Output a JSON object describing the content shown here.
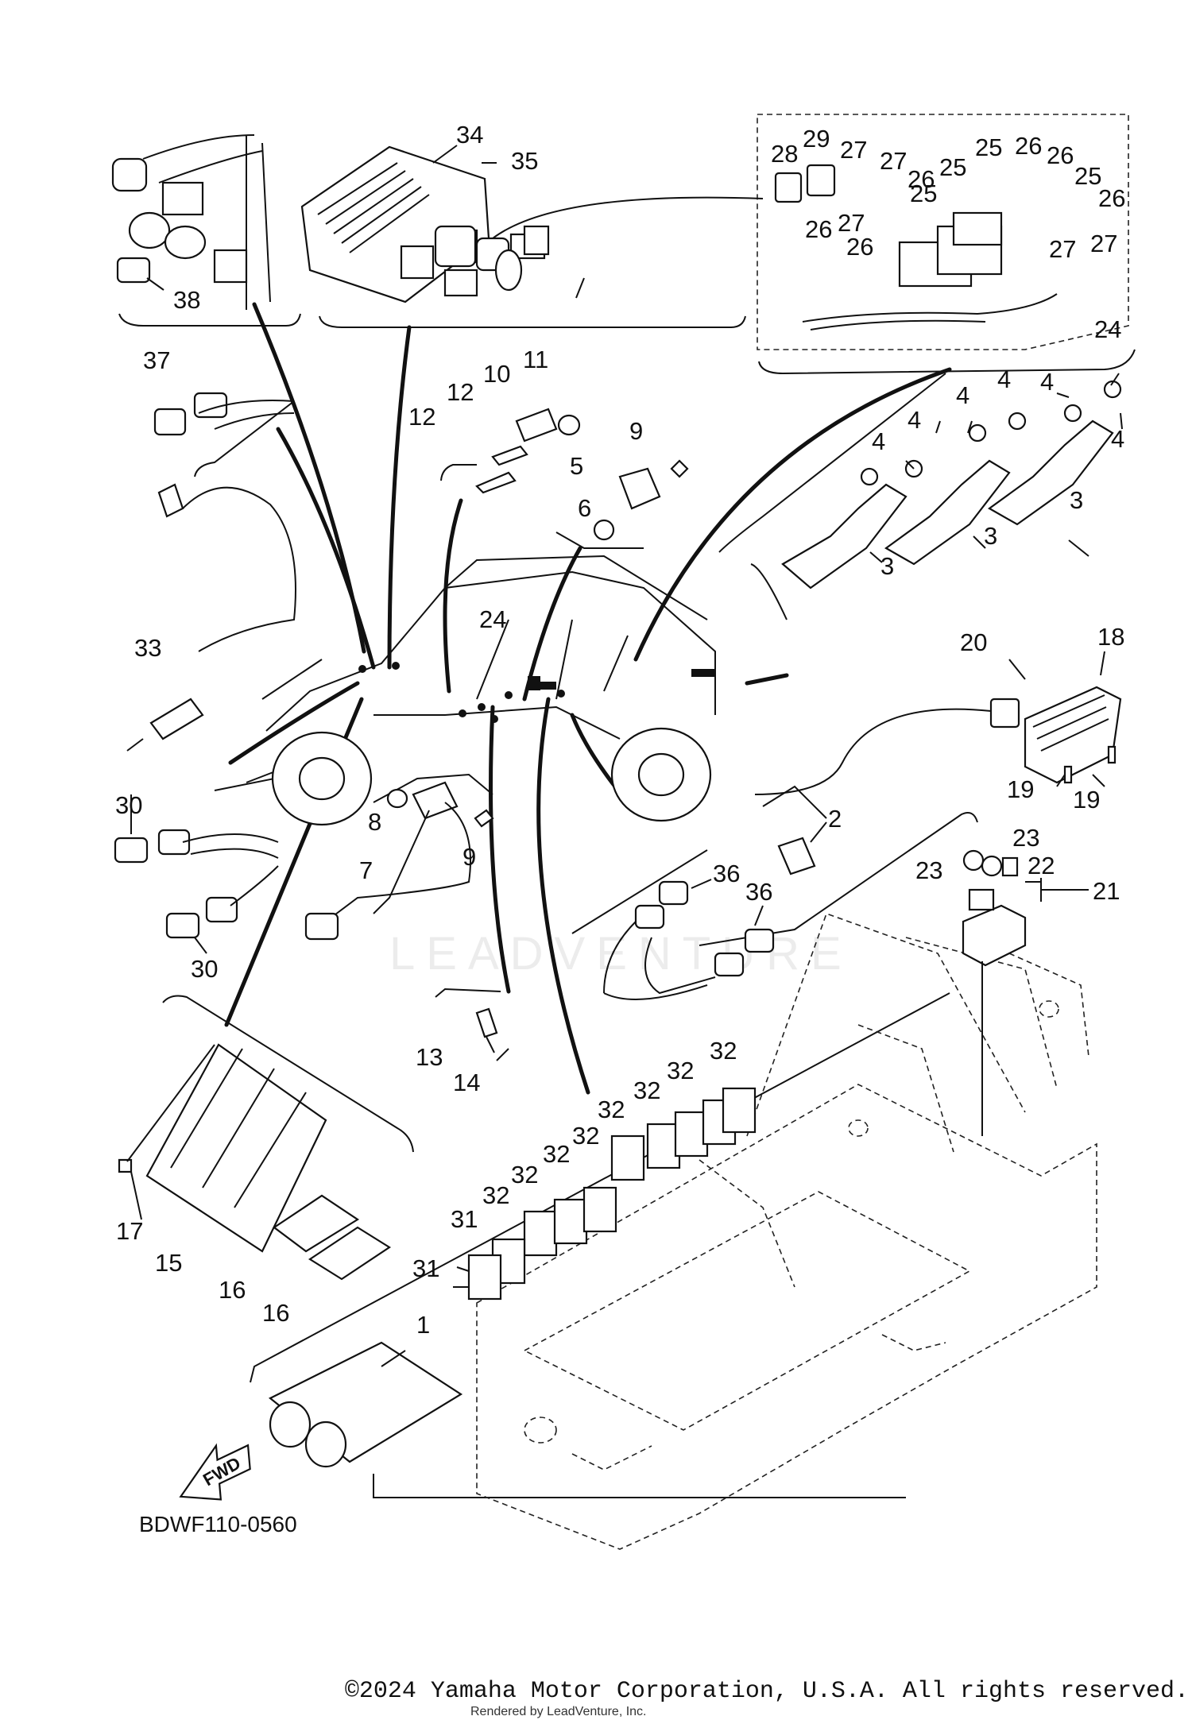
{
  "diagram": {
    "code": "BDWF110-0560",
    "fwd_label": "FWD",
    "watermark": "LEADVENTURE",
    "copyright": "©2024 Yamaha Motor Corporation, U.S.A. All rights reserved.",
    "rendered_by": "Rendered by LeadVenture, Inc.",
    "callouts": [
      {
        "id": "c34",
        "text": "34"
      },
      {
        "id": "c35",
        "text": "35"
      },
      {
        "id": "c38",
        "text": "38"
      },
      {
        "id": "c28",
        "text": "28"
      },
      {
        "id": "c29",
        "text": "29"
      },
      {
        "id": "c27a",
        "text": "27"
      },
      {
        "id": "c27b",
        "text": "27"
      },
      {
        "id": "c27c",
        "text": "27"
      },
      {
        "id": "c27d",
        "text": "27"
      },
      {
        "id": "c27e",
        "text": "27"
      },
      {
        "id": "c25a",
        "text": "25"
      },
      {
        "id": "c25b",
        "text": "25"
      },
      {
        "id": "c25c",
        "text": "25"
      },
      {
        "id": "c25d",
        "text": "25"
      },
      {
        "id": "c26a",
        "text": "26"
      },
      {
        "id": "c26b",
        "text": "26"
      },
      {
        "id": "c26c",
        "text": "26"
      },
      {
        "id": "c26d",
        "text": "26"
      },
      {
        "id": "c26e",
        "text": "26"
      },
      {
        "id": "c26f",
        "text": "26"
      },
      {
        "id": "c24a",
        "text": "24"
      },
      {
        "id": "c24b",
        "text": "24"
      },
      {
        "id": "c37",
        "text": "37"
      },
      {
        "id": "c11",
        "text": "11"
      },
      {
        "id": "c10",
        "text": "10"
      },
      {
        "id": "c12a",
        "text": "12"
      },
      {
        "id": "c12b",
        "text": "12"
      },
      {
        "id": "c9a",
        "text": "9"
      },
      {
        "id": "c9b",
        "text": "9"
      },
      {
        "id": "c5",
        "text": "5"
      },
      {
        "id": "c6",
        "text": "6"
      },
      {
        "id": "c4a",
        "text": "4"
      },
      {
        "id": "c4b",
        "text": "4"
      },
      {
        "id": "c4c",
        "text": "4"
      },
      {
        "id": "c4d",
        "text": "4"
      },
      {
        "id": "c4e",
        "text": "4"
      },
      {
        "id": "c4f",
        "text": "4"
      },
      {
        "id": "c3a",
        "text": "3"
      },
      {
        "id": "c3b",
        "text": "3"
      },
      {
        "id": "c3c",
        "text": "3"
      },
      {
        "id": "c33",
        "text": "33"
      },
      {
        "id": "c20",
        "text": "20"
      },
      {
        "id": "c18",
        "text": "18"
      },
      {
        "id": "c19a",
        "text": "19"
      },
      {
        "id": "c19b",
        "text": "19"
      },
      {
        "id": "c30a",
        "text": "30"
      },
      {
        "id": "c30b",
        "text": "30"
      },
      {
        "id": "c8",
        "text": "8"
      },
      {
        "id": "c7",
        "text": "7"
      },
      {
        "id": "c2",
        "text": "2"
      },
      {
        "id": "c36a",
        "text": "36"
      },
      {
        "id": "c36b",
        "text": "36"
      },
      {
        "id": "c23a",
        "text": "23"
      },
      {
        "id": "c23b",
        "text": "23"
      },
      {
        "id": "c22",
        "text": "22"
      },
      {
        "id": "c21",
        "text": "21"
      },
      {
        "id": "c13",
        "text": "13"
      },
      {
        "id": "c14",
        "text": "14"
      },
      {
        "id": "c32a",
        "text": "32"
      },
      {
        "id": "c32b",
        "text": "32"
      },
      {
        "id": "c32c",
        "text": "32"
      },
      {
        "id": "c32d",
        "text": "32"
      },
      {
        "id": "c32e",
        "text": "32"
      },
      {
        "id": "c32f",
        "text": "32"
      },
      {
        "id": "c32g",
        "text": "32"
      },
      {
        "id": "c32h",
        "text": "32"
      },
      {
        "id": "c31a",
        "text": "31"
      },
      {
        "id": "c31b",
        "text": "31"
      },
      {
        "id": "c17",
        "text": "17"
      },
      {
        "id": "c15",
        "text": "15"
      },
      {
        "id": "c16a",
        "text": "16"
      },
      {
        "id": "c16b",
        "text": "16"
      },
      {
        "id": "c1",
        "text": "1"
      }
    ]
  }
}
